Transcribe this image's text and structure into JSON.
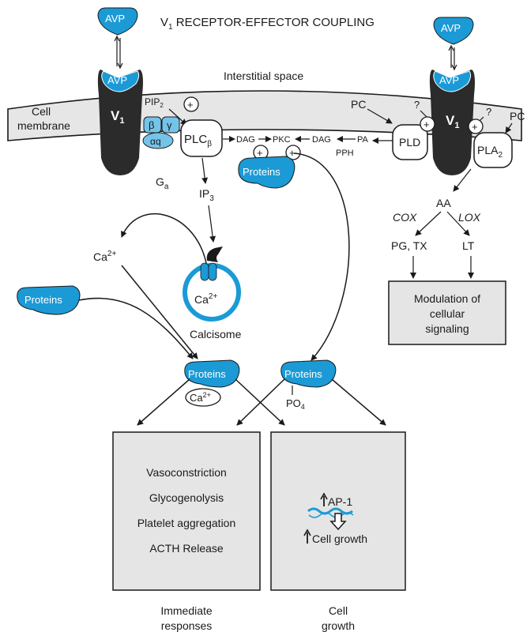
{
  "title": {
    "main": "V",
    "sub": "1",
    "rest": " RECEPTOR-EFFECTOR COUPLING"
  },
  "labels": {
    "avp": "AVP",
    "v1": "V",
    "v1_sub": "1",
    "interstitial": "Interstitial space",
    "cell": "Cell",
    "membrane": "membrane",
    "pip": "PIP",
    "pip_sub": "2",
    "beta": "β",
    "gamma": "γ",
    "alpha_q": "αq",
    "plc": "PLC",
    "plc_sub": "β",
    "dag": "DAG",
    "pkc": "PKC",
    "pa": "PA",
    "pph": "PPH",
    "pc": "PC",
    "pld": "PLD",
    "pla": "PLA",
    "pla_sub": "2",
    "question": "?",
    "plus": "+",
    "g": "G",
    "g_sub": "a",
    "ip": "IP",
    "ip_sub": "3",
    "ca": "Ca",
    "ca_sup": "2+",
    "calcisome": "Calcisome",
    "proteins": "Proteins",
    "po": "PO",
    "po_sub": "4",
    "aa": "AA",
    "cox": "COX",
    "lox": "LOX",
    "pgtx": "PG, TX",
    "lt": "LT",
    "modulation": [
      "Modulation of",
      "cellular",
      "signaling"
    ],
    "ap1": "AP-1",
    "cell_growth_inner": "Cell growth",
    "immediate": [
      "Immediate",
      "responses"
    ],
    "cell_growth_caption": [
      "Cell",
      "growth"
    ]
  },
  "responses": [
    "Vasoconstriction",
    "Glycogenolysis",
    "Platelet aggregation",
    "ACTH Release"
  ],
  "colors": {
    "accent": "#1b9ad6",
    "accent_light": "#74c4ea",
    "receptor": "#2b2b2b",
    "membrane": "#e6e6e6",
    "box": "#e5e5e5"
  }
}
